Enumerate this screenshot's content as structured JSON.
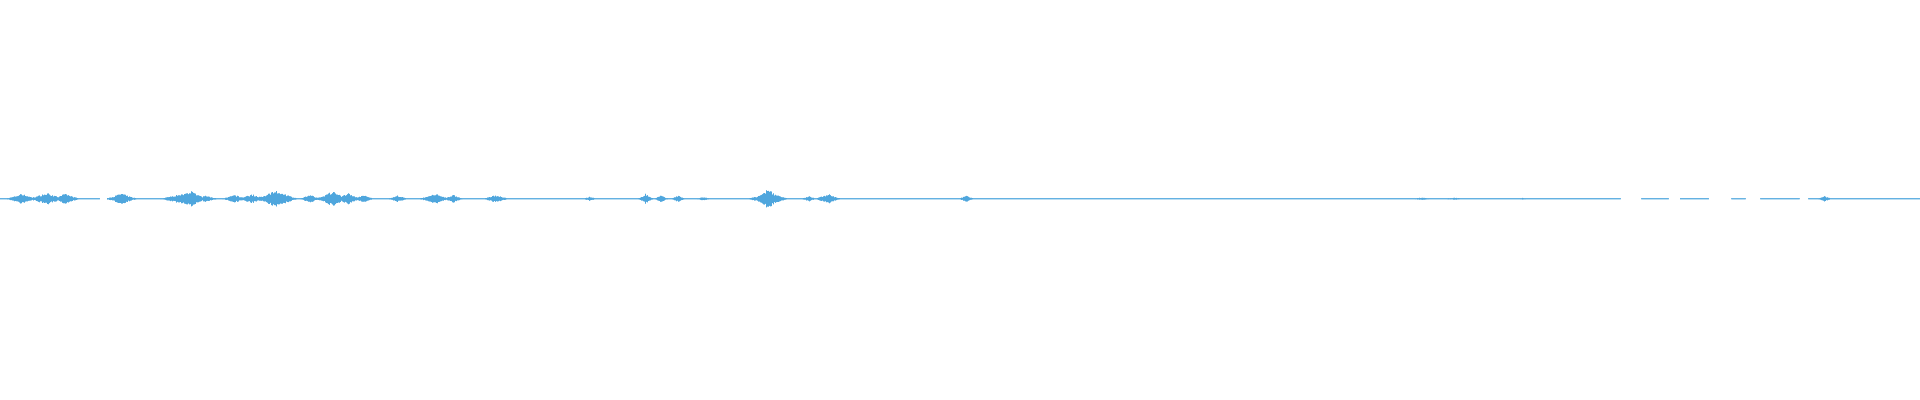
{
  "waveform": {
    "color": "#4fa6dd",
    "background": "#ffffff",
    "baseline_fraction": 0.497,
    "segments": [
      [
        0.0,
        0.052
      ],
      [
        0.056,
        0.844
      ],
      [
        0.855,
        0.869
      ],
      [
        0.875,
        0.89
      ],
      [
        0.902,
        0.909
      ],
      [
        0.917,
        0.937
      ],
      [
        0.942,
        1.0
      ]
    ],
    "peaks": [
      [
        0.011,
        0.012,
        0.45
      ],
      [
        0.024,
        0.014,
        0.55
      ],
      [
        0.034,
        0.01,
        0.5
      ],
      [
        0.063,
        0.012,
        0.5
      ],
      [
        0.094,
        0.016,
        0.45
      ],
      [
        0.099,
        0.012,
        0.75
      ],
      [
        0.107,
        0.01,
        0.3
      ],
      [
        0.122,
        0.01,
        0.35
      ],
      [
        0.131,
        0.012,
        0.4
      ],
      [
        0.143,
        0.014,
        0.8
      ],
      [
        0.148,
        0.01,
        0.45
      ],
      [
        0.161,
        0.008,
        0.4
      ],
      [
        0.173,
        0.012,
        0.7
      ],
      [
        0.181,
        0.01,
        0.5
      ],
      [
        0.189,
        0.008,
        0.35
      ],
      [
        0.207,
        0.008,
        0.3
      ],
      [
        0.225,
        0.01,
        0.4
      ],
      [
        0.227,
        0.01,
        0.45
      ],
      [
        0.236,
        0.008,
        0.35
      ],
      [
        0.258,
        0.01,
        0.35
      ],
      [
        0.307,
        0.006,
        0.2
      ],
      [
        0.336,
        0.006,
        0.45
      ],
      [
        0.344,
        0.006,
        0.3
      ],
      [
        0.353,
        0.006,
        0.3
      ],
      [
        0.366,
        0.008,
        0.15
      ],
      [
        0.395,
        0.01,
        0.25
      ],
      [
        0.4,
        0.01,
        0.9
      ],
      [
        0.405,
        0.008,
        0.35
      ],
      [
        0.421,
        0.006,
        0.25
      ],
      [
        0.431,
        0.01,
        0.45
      ],
      [
        0.503,
        0.006,
        0.3
      ],
      [
        0.74,
        0.01,
        0.12
      ],
      [
        0.757,
        0.012,
        0.1
      ],
      [
        0.793,
        0.008,
        0.08
      ],
      [
        0.95,
        0.006,
        0.25
      ]
    ],
    "noise_amplitude": 0.025
  }
}
